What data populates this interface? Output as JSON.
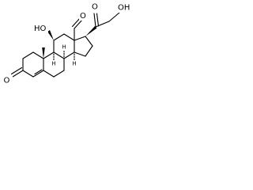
{
  "molecule": {
    "atom_labels": {
      "o_c3": "O",
      "o_c11": "HO",
      "o_c18": "O",
      "o_c20": "O",
      "o_c21": "OH"
    },
    "stereo_h_labels": {
      "h_c8": "H",
      "h_c9": "H",
      "h_c14": "H"
    }
  }
}
